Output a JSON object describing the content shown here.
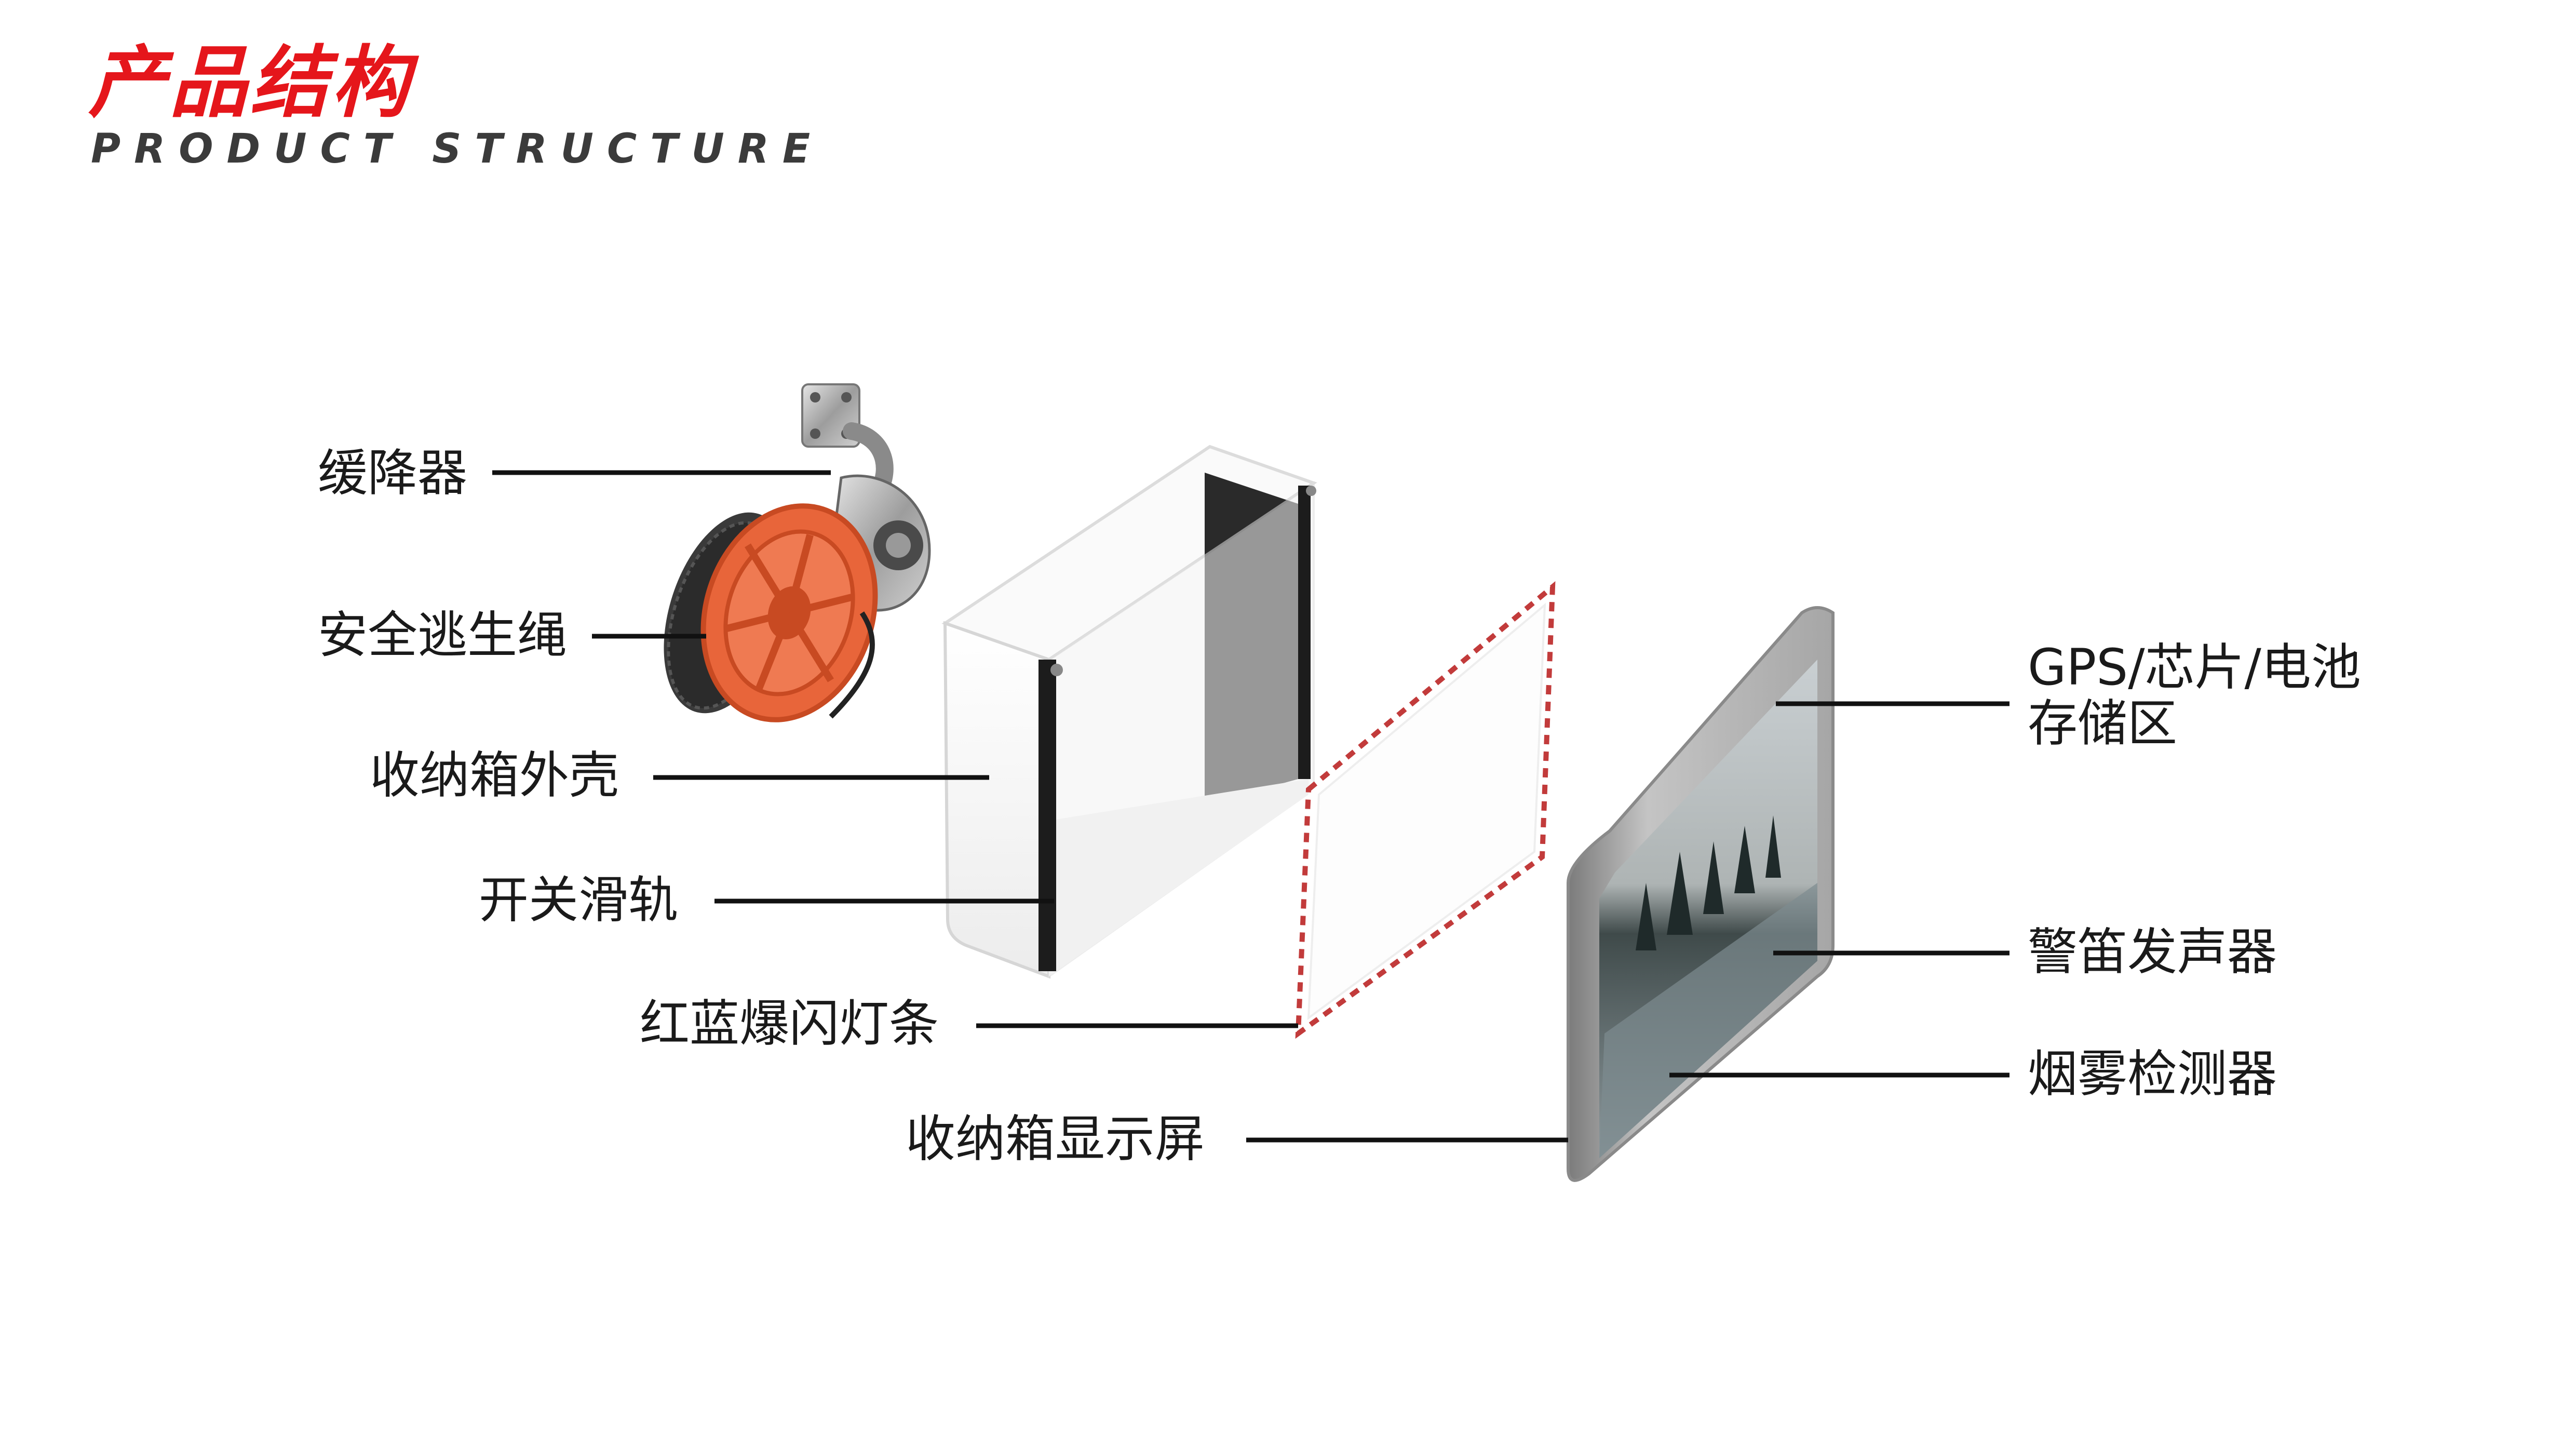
{
  "header": {
    "title_cn": "产品结构",
    "title_en": "PRODUCT STRUCTURE"
  },
  "labels": {
    "descender": "缓降器",
    "rope": "安全逃生绳",
    "shell": "收纳箱外壳",
    "rail": "开关滑轨",
    "light_strip": "红蓝爆闪灯条",
    "display": "收纳箱显示屏",
    "gps_line1": "GPS/芯片/电池",
    "gps_line2": "存储区",
    "siren": "警笛发声器",
    "smoke": "烟雾检测器"
  },
  "colors": {
    "title_red": "#e5161b",
    "reel_orange": "#e8653a",
    "shell_white": "#f7f7f7",
    "rail_black": "#1c1c1c",
    "strip_red": "#c23b3b",
    "frame_gray": "#9a9a9a"
  }
}
